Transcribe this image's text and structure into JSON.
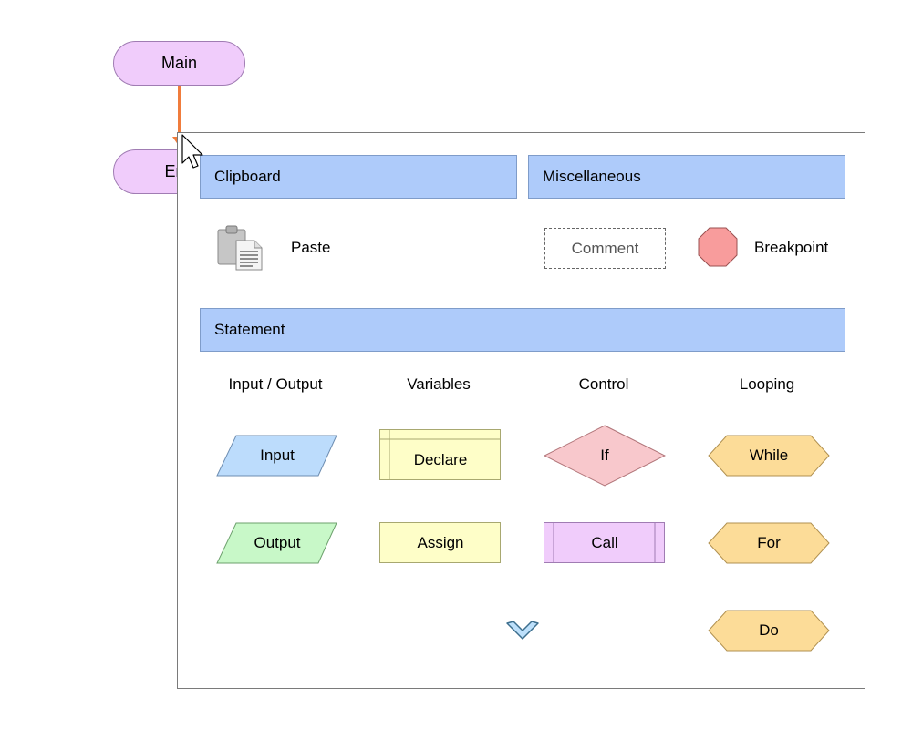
{
  "canvas": {
    "main_label": "Main",
    "end_label": "End"
  },
  "popup": {
    "clipboard": {
      "header": "Clipboard",
      "paste_label": "Paste"
    },
    "miscellaneous": {
      "header": "Miscellaneous",
      "comment_label": "Comment",
      "breakpoint_label": "Breakpoint"
    },
    "statement": {
      "header": "Statement",
      "columns": {
        "io": "Input / Output",
        "variables": "Variables",
        "control": "Control",
        "looping": "Looping"
      },
      "shapes": {
        "input": "Input",
        "output": "Output",
        "declare": "Declare",
        "assign": "Assign",
        "if": "If",
        "call": "Call",
        "while": "While",
        "for": "For",
        "do": "Do"
      }
    }
  },
  "colors": {
    "header_bg": "#aecbfa",
    "terminal_bg": "#f0ccfb",
    "input_bg": "#bcdcfc",
    "output_bg": "#c8f8c8",
    "variable_bg": "#fefec8",
    "if_bg": "#f8c8cc",
    "call_bg": "#f0ccfb",
    "loop_bg": "#fcdc98",
    "breakpoint_bg": "#f89c9c",
    "connector": "#f07c3c"
  },
  "icons": {
    "paste": "clipboard-paste-icon",
    "breakpoint": "octagon-stop-icon",
    "more": "chevron-down-icon",
    "cursor": "mouse-pointer-icon"
  }
}
